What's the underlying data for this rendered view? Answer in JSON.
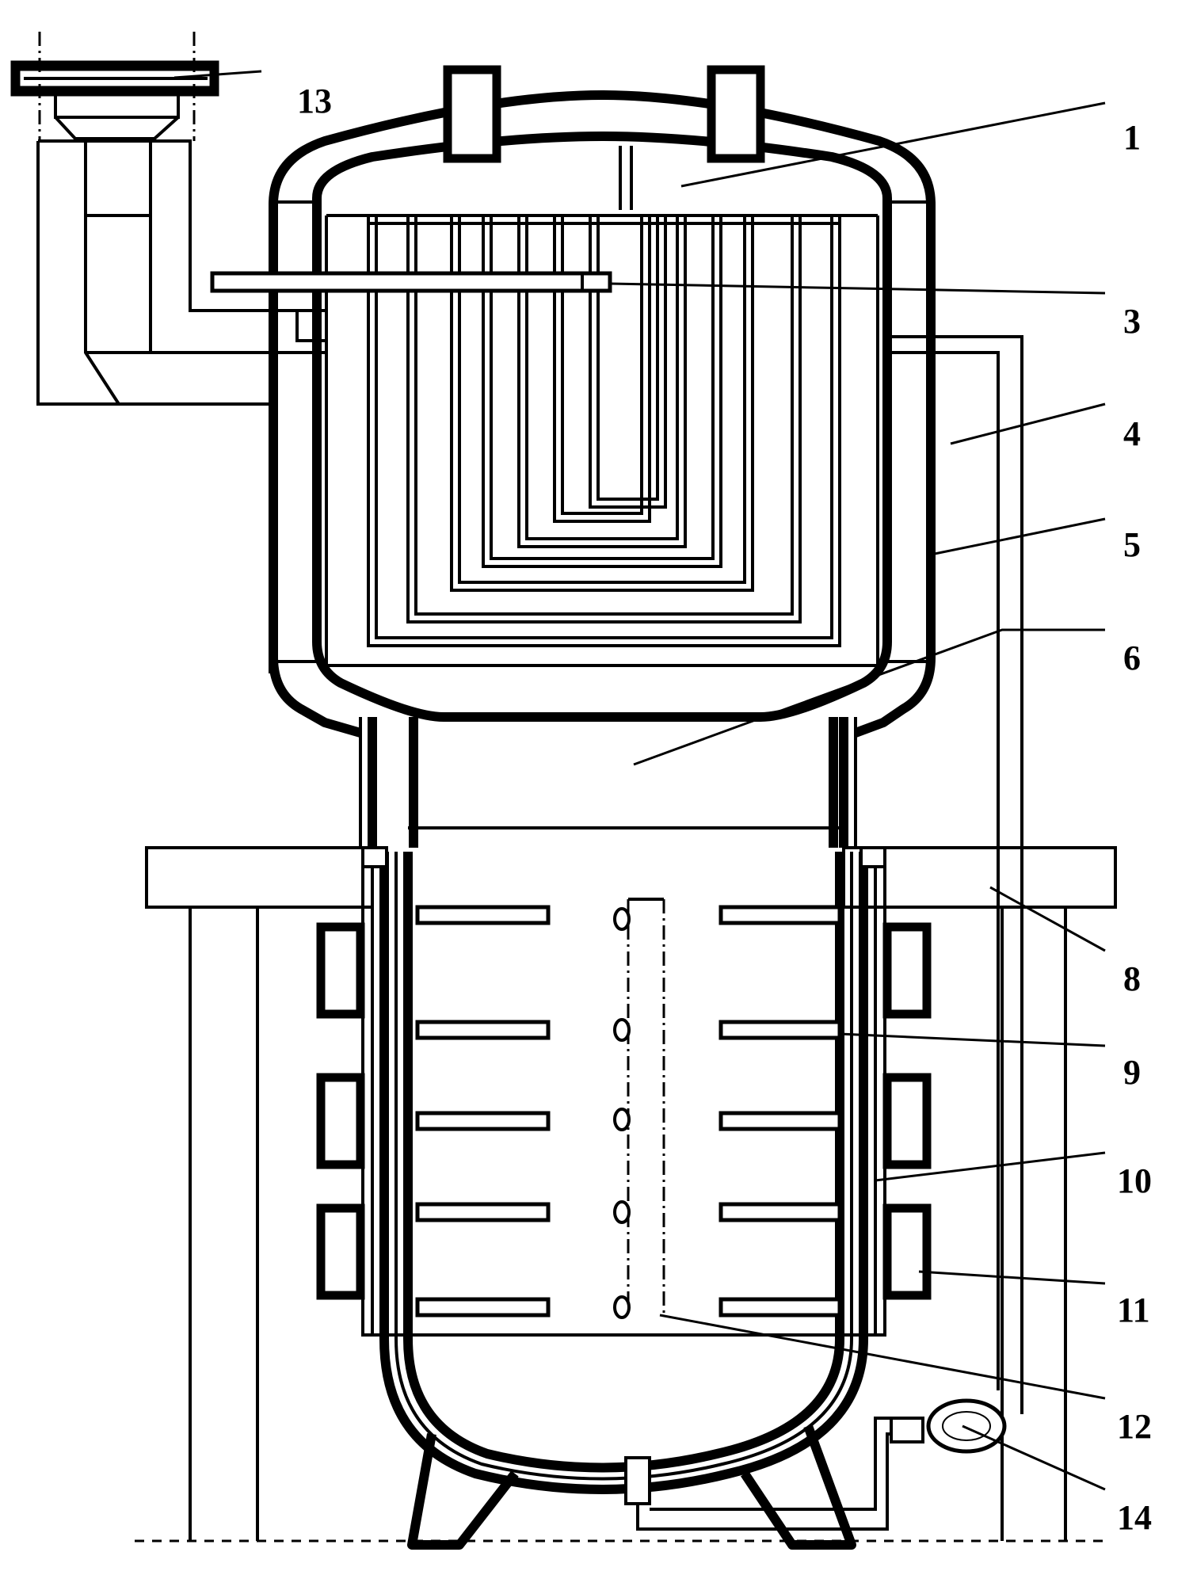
{
  "labels": [
    {
      "id": "1",
      "text": "1"
    },
    {
      "id": "3",
      "text": "3"
    },
    {
      "id": "4",
      "text": "4"
    },
    {
      "id": "5",
      "text": "5"
    },
    {
      "id": "6",
      "text": "6"
    },
    {
      "id": "8",
      "text": "8"
    },
    {
      "id": "9",
      "text": "9"
    },
    {
      "id": "10",
      "text": "10"
    },
    {
      "id": "11",
      "text": "11"
    },
    {
      "id": "12",
      "text": "12"
    },
    {
      "id": "13",
      "text": "13"
    },
    {
      "id": "14",
      "text": "14"
    }
  ]
}
